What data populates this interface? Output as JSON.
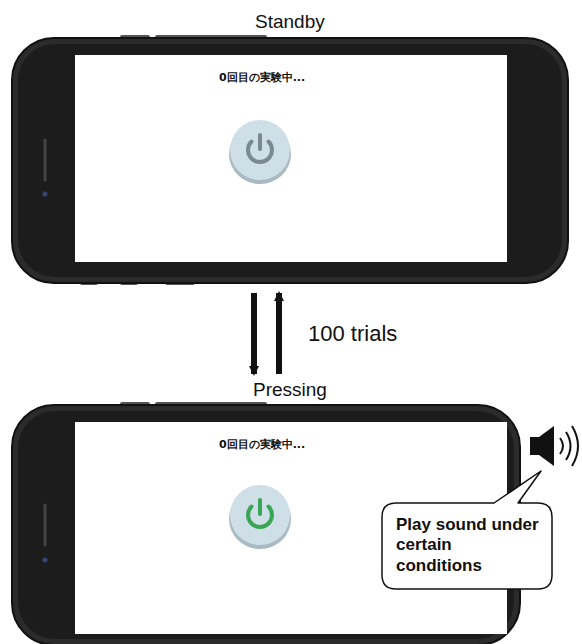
{
  "diagram": {
    "nodes": [
      {
        "text": [
          "Standby",
          "0回目の実験中..."
        ]
      },
      {
        "text": [
          "Pressing",
          "0回目の実験中..."
        ]
      },
      {
        "text": [
          "Play sound under certain conditions"
        ]
      }
    ],
    "edges": [
      {
        "from": 0,
        "to": 1,
        "arrow": "to",
        "label": "100 trials"
      },
      {
        "from": 1,
        "to": 0,
        "arrow": "to"
      }
    ]
  }
}
